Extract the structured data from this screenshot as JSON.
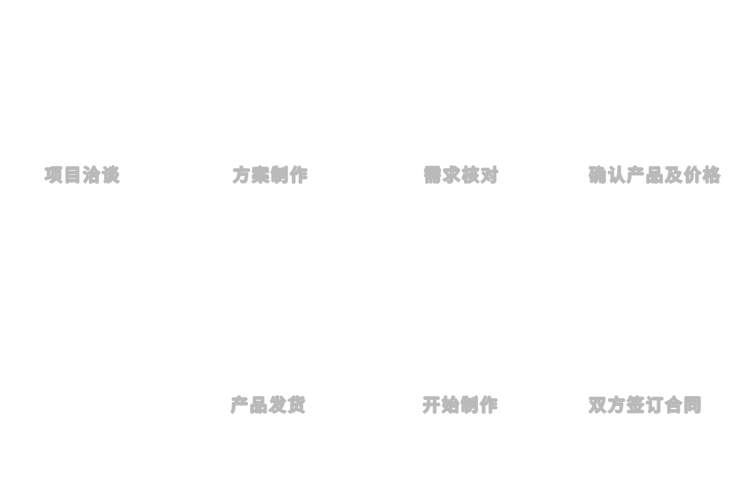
{
  "flow": {
    "steps": [
      {
        "label": "项目洽谈",
        "row": "top",
        "order": 1
      },
      {
        "label": "方案制作",
        "row": "top",
        "order": 2
      },
      {
        "label": "需求核对",
        "row": "top",
        "order": 3
      },
      {
        "label": "确认产品及价格",
        "row": "top",
        "order": 4
      },
      {
        "label": "产品发货",
        "row": "bottom",
        "order": 7
      },
      {
        "label": "开始制作",
        "row": "bottom",
        "order": 6
      },
      {
        "label": "双方签订合同",
        "row": "bottom",
        "order": 5
      }
    ]
  },
  "colors": {
    "background": "#ffffff",
    "label_fill": "#ffffff",
    "label_edge": "#b9b9b9"
  }
}
